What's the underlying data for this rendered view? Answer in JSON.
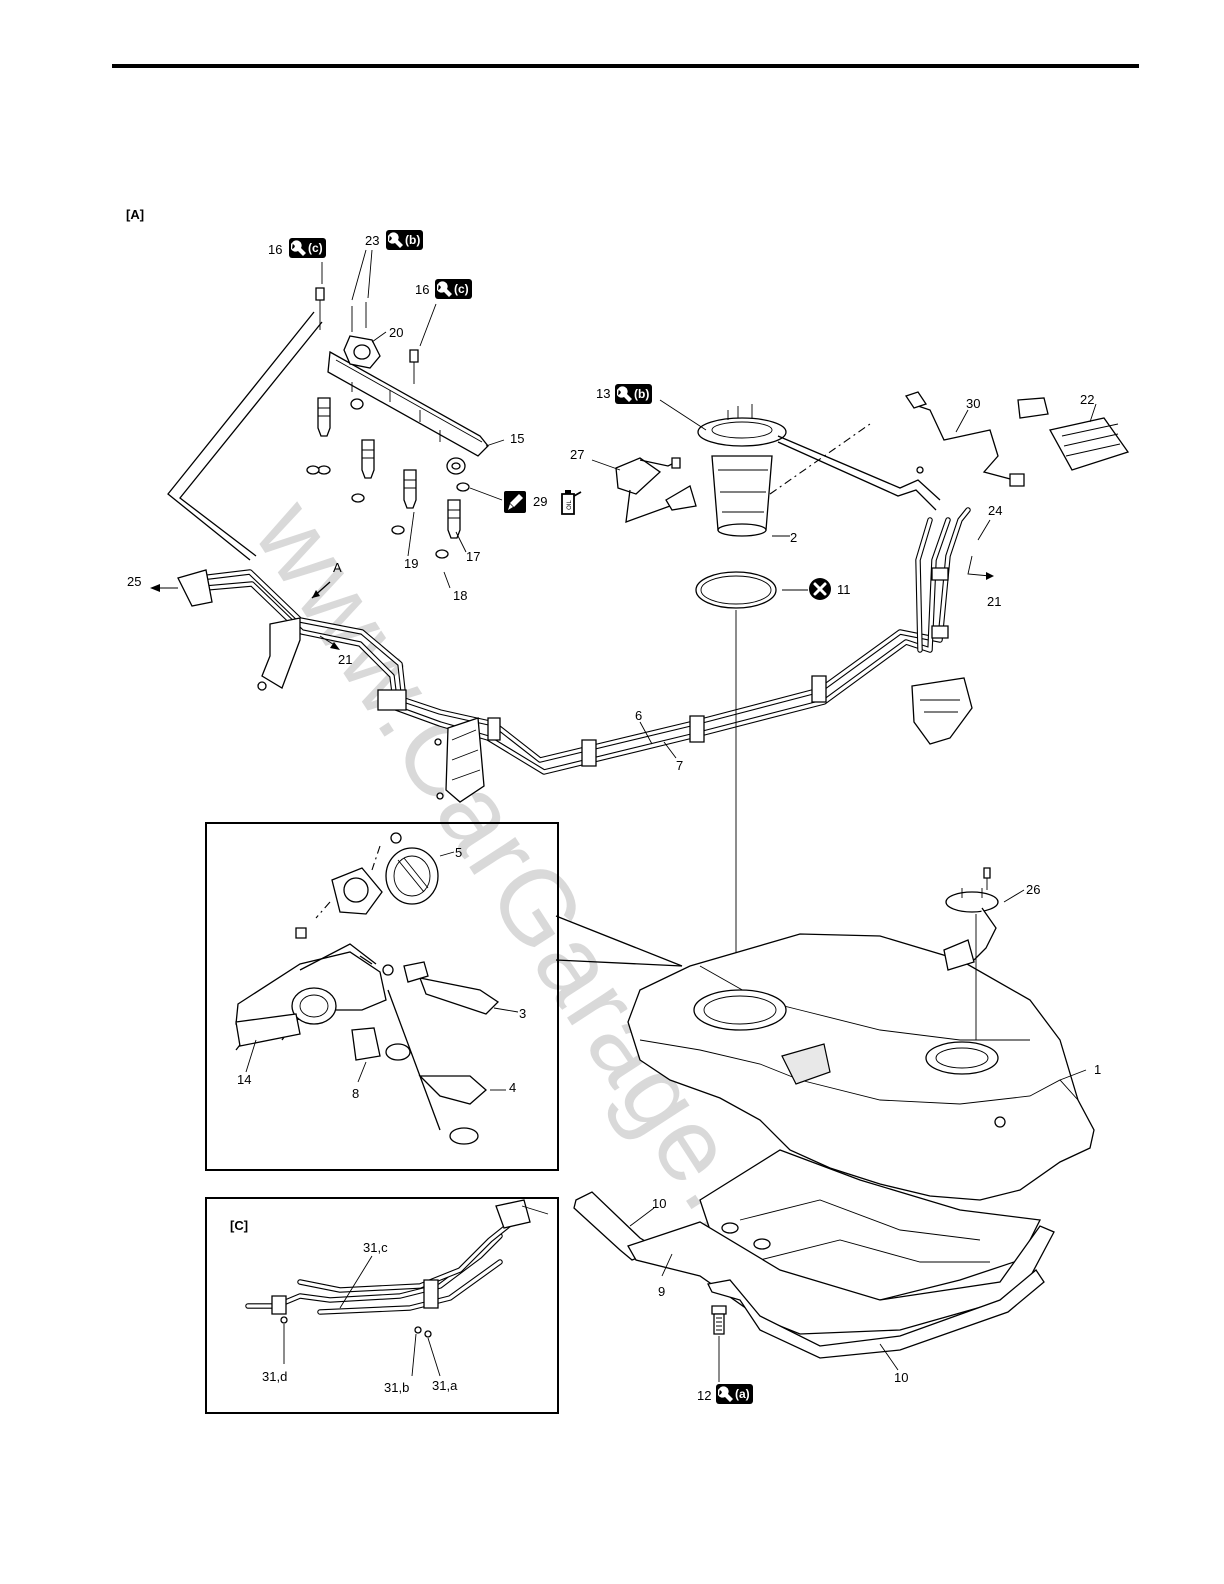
{
  "section_labels": {
    "main": "[A]",
    "inset_c": "[C]",
    "view": "A"
  },
  "watermark": "www.CarGarage.ir",
  "badges": {
    "c": "(c)",
    "b": "(b)",
    "a": "(a)"
  },
  "callouts": {
    "p1": "1",
    "p2": "2",
    "p3": "3",
    "p4": "4",
    "p5": "5",
    "p6": "6",
    "p7": "7",
    "p8": "8",
    "p9": "9",
    "p10a": "10",
    "p10b": "10",
    "p11": "11",
    "p12": "12",
    "p13": "13",
    "p14": "14",
    "p15": "15",
    "p16a": "16",
    "p16b": "16",
    "p17": "17",
    "p18": "18",
    "p19": "19",
    "p20": "20",
    "p21a": "21",
    "p21b": "21",
    "p22": "22",
    "p23": "23",
    "p24": "24",
    "p25": "25",
    "p26": "26",
    "p27": "27",
    "p29": "29",
    "p30": "30",
    "p31a": "31,a",
    "p31b": "31,b",
    "p31c": "31,c",
    "p31d": "31,d"
  },
  "oil_can_text": "OIL",
  "icons": {
    "tighten_torque": "wrench-icon",
    "do_not_reuse": "x-circle-icon",
    "apply_grease": "grease-brush-icon",
    "apply_oil": "oil-can-icon"
  },
  "colors": {
    "line": "#000000",
    "badge_bg": "#000000",
    "badge_text": "#ffffff",
    "watermark": "#9a9a9a"
  }
}
